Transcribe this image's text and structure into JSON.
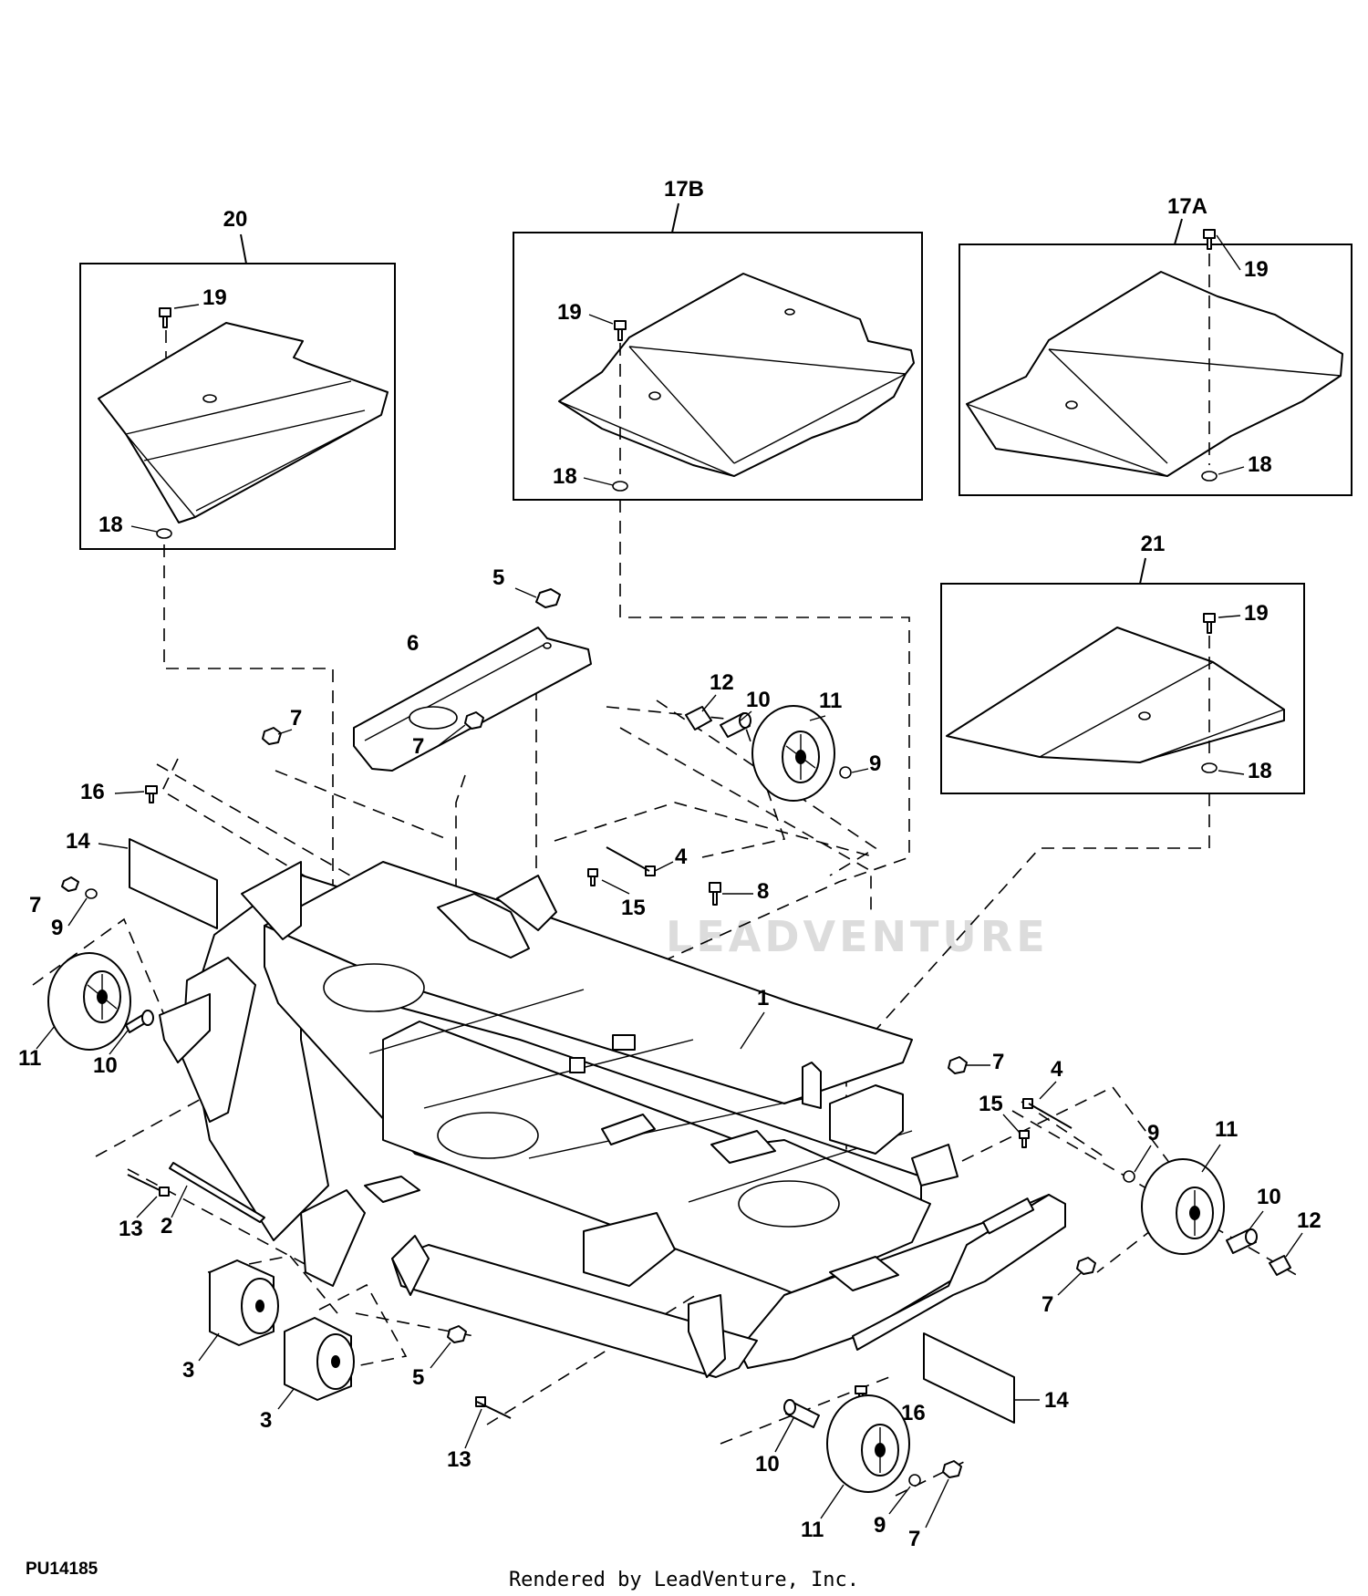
{
  "callouts": {
    "c1": "1",
    "c2": "2",
    "c3": "3",
    "c4": "4",
    "c5": "5",
    "c6": "6",
    "c7": "7",
    "c8": "8",
    "c9": "9",
    "c10": "10",
    "c11": "11",
    "c12": "12",
    "c13": "13",
    "c14": "14",
    "c15": "15",
    "c16": "16",
    "c17a": "17A",
    "c17b": "17B",
    "c18": "18",
    "c19": "19",
    "c20": "20",
    "c21": "21"
  },
  "watermark": "LEADVENTURE",
  "footer": {
    "figure_id": "PU14185",
    "credit": "Rendered by LeadVenture, Inc."
  }
}
